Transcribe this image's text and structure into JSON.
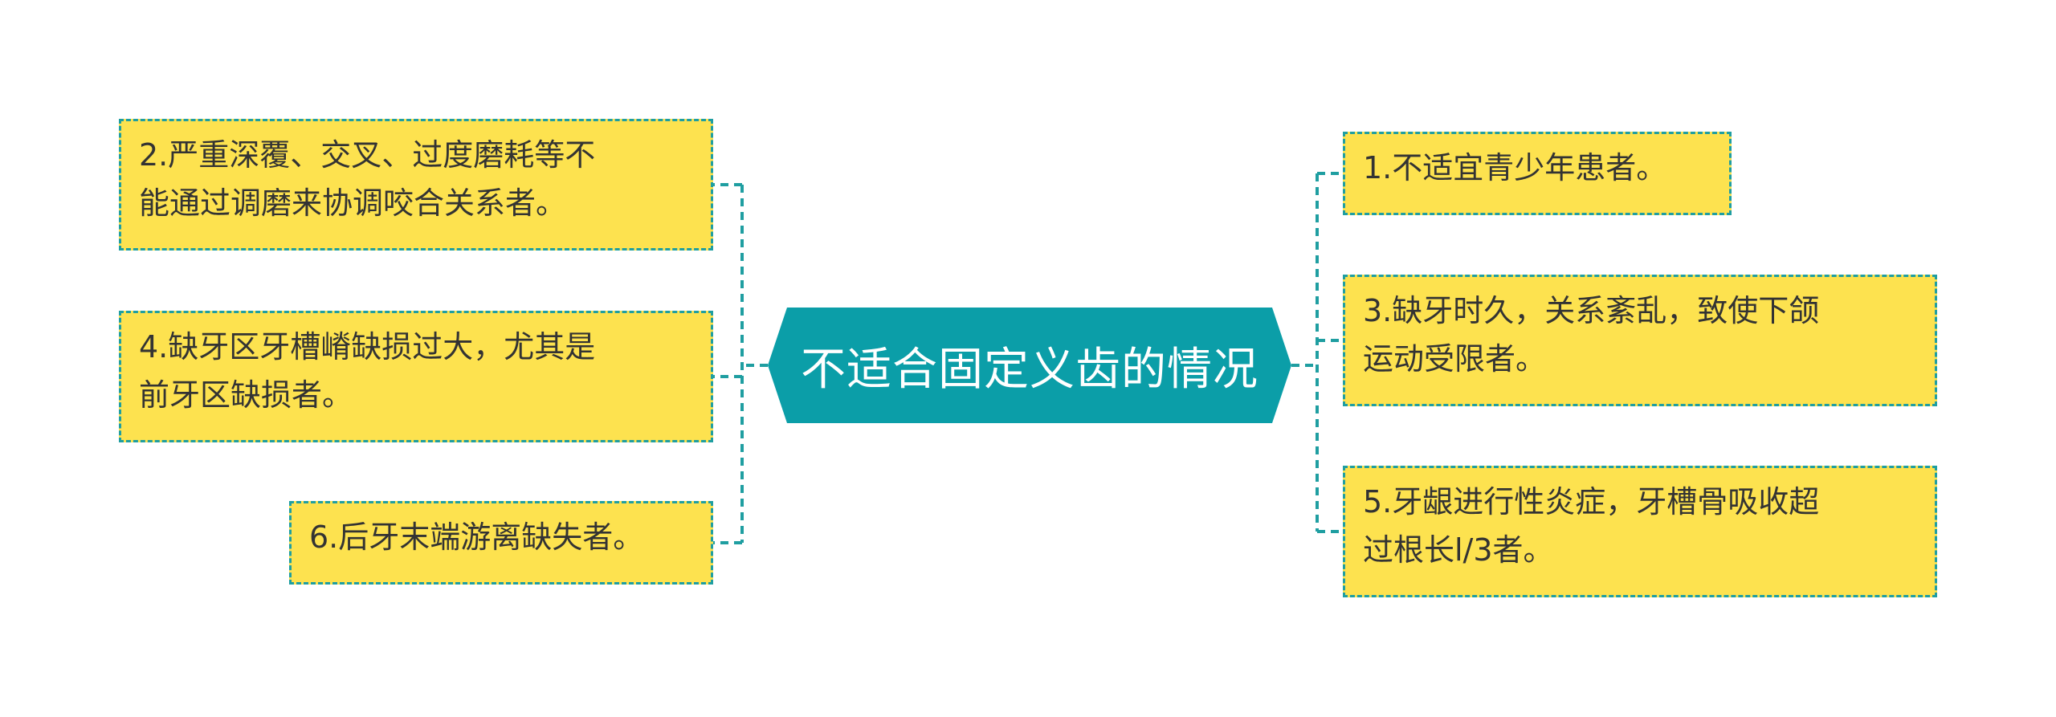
{
  "colors": {
    "center_fill": "#0b9ea8",
    "node_fill": "#fde24f",
    "connector": "#1f9ea1",
    "node_text": "#333333"
  },
  "center": {
    "label": "不适合固定义齿的情况"
  },
  "left_nodes": [
    {
      "lines": [
        "2.严重深覆、交叉、过度磨耗等不",
        "能通过调磨来协调咬合关系者。"
      ]
    },
    {
      "lines": [
        "4.缺牙区牙槽嵴缺损过大，尤其是",
        "前牙区缺损者。"
      ]
    },
    {
      "lines": [
        "6.后牙末端游离缺失者。"
      ]
    }
  ],
  "right_nodes": [
    {
      "lines": [
        "1.不适宜青少年患者。"
      ]
    },
    {
      "lines": [
        "3.缺牙时久，关系紊乱，致使下颌",
        "运动受限者。"
      ]
    },
    {
      "lines": [
        "5.牙龈进行性炎症，牙槽骨吸收超",
        "过根长l/3者。"
      ]
    }
  ]
}
